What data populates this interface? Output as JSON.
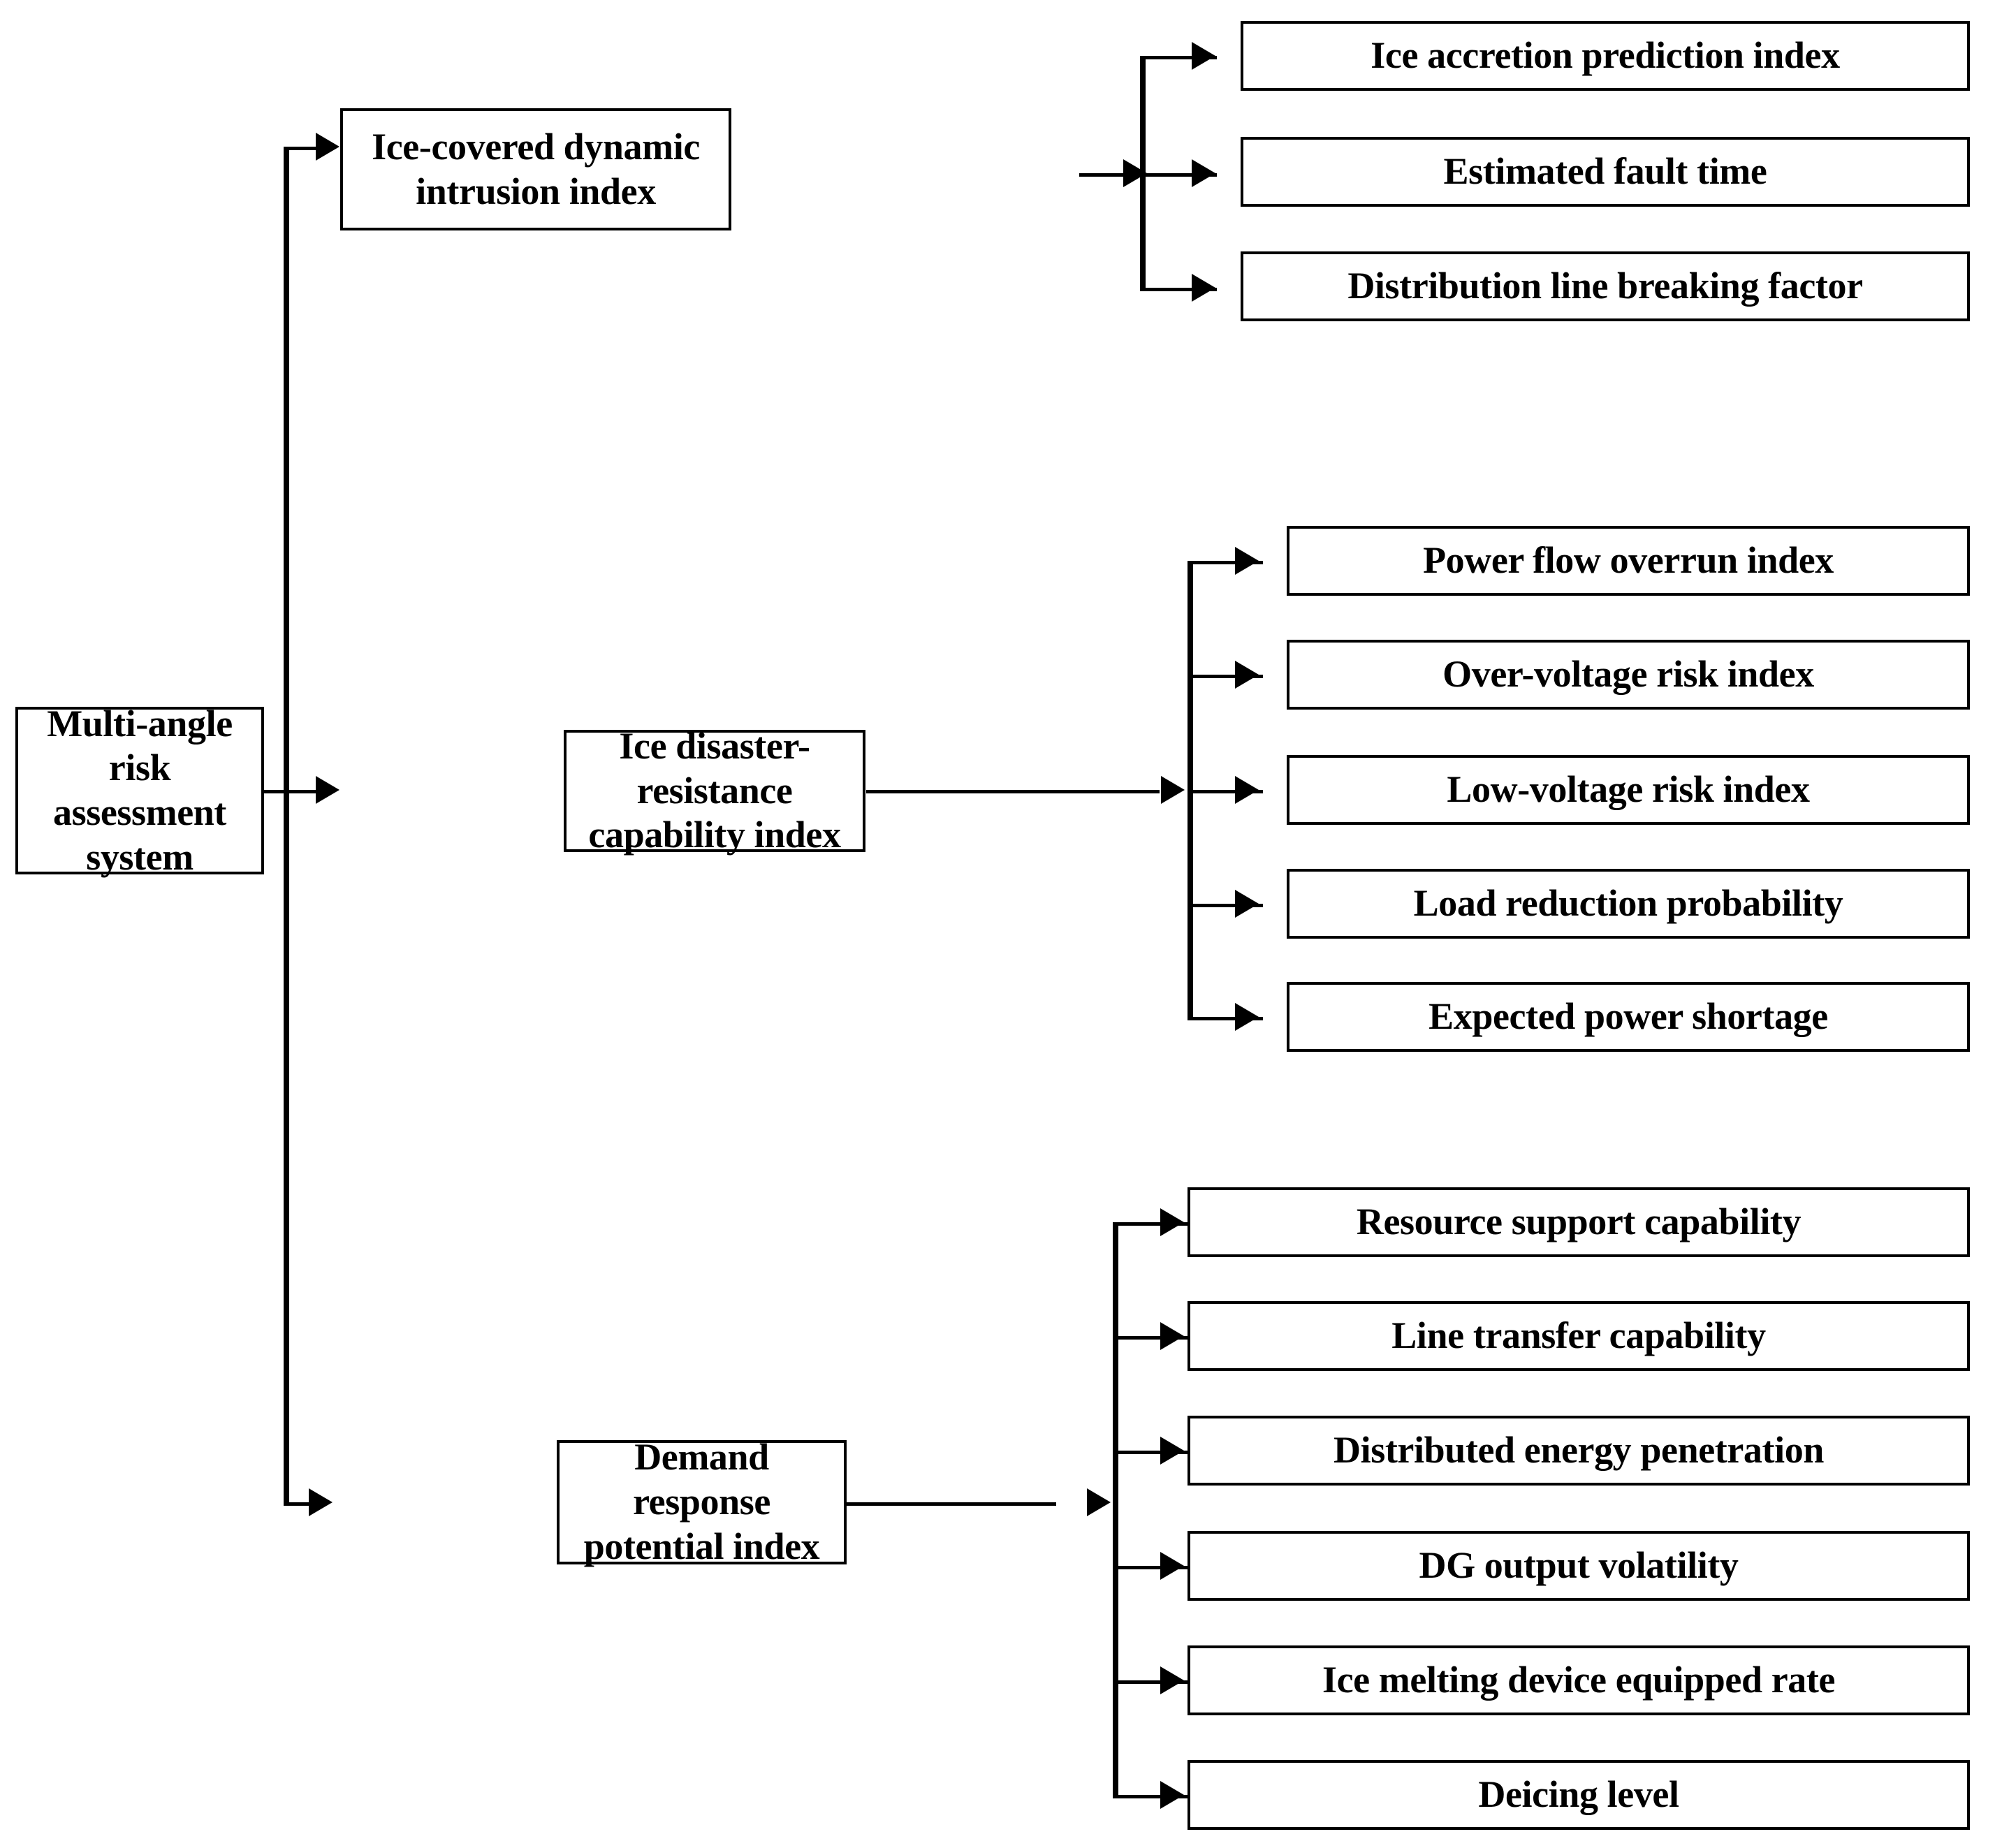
{
  "diagram": {
    "title": "Multi-angle risk assessment system",
    "type": "hierarchical-tree",
    "orientation": "left-to-right",
    "root": {
      "label": "Multi-angle risk assessment system"
    },
    "branches": [
      {
        "id": "branch-1",
        "label": "Ice-covered dynamic intrusion index",
        "leaves": [
          {
            "label": "Ice accretion prediction index"
          },
          {
            "label": "Estimated fault time"
          },
          {
            "label": "Distribution line breaking factor"
          }
        ]
      },
      {
        "id": "branch-2",
        "label": "Ice disaster-resistance capability index",
        "leaves": [
          {
            "label": "Power flow overrun index"
          },
          {
            "label": "Over-voltage risk index"
          },
          {
            "label": "Low-voltage risk index"
          },
          {
            "label": "Load reduction probability"
          },
          {
            "label": "Expected power shortage"
          }
        ]
      },
      {
        "id": "branch-3",
        "label": "Demand response potential index",
        "leaves": [
          {
            "label": "Resource support capability"
          },
          {
            "label": "Line transfer capability"
          },
          {
            "label": "Distributed energy penetration"
          },
          {
            "label": "DG output volatility"
          },
          {
            "label": "Ice melting device equipped rate"
          },
          {
            "label": "Deicing level"
          }
        ]
      }
    ],
    "colors": {
      "box_border": "#000000",
      "box_fill": "#ffffff",
      "connector": "#000000",
      "text": "#000000",
      "background": "#ffffff"
    }
  }
}
